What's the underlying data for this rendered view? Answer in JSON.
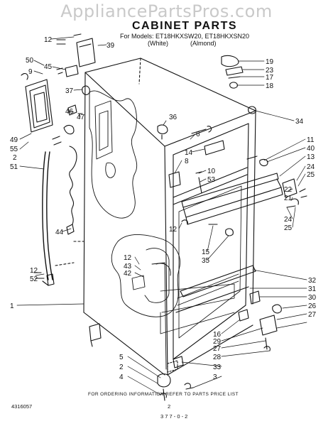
{
  "watermark": "AppliancePartsPros.com",
  "title": "CABINET PARTS",
  "models_line": "For Models: ET18HKXSW20, ET18HKXSN20",
  "variants": [
    "(White)",
    "(Almond)"
  ],
  "callouts": {
    "c12a": "12",
    "c39": "39",
    "c50": "50",
    "c9": "9",
    "c45": "45",
    "c37": "37",
    "c46": "46",
    "c47": "47",
    "c49": "49",
    "c55": "55",
    "c2a": "2",
    "c51": "51",
    "c44": "44",
    "c12b": "12",
    "c52": "52",
    "c1": "1",
    "c5": "5",
    "c2b": "2",
    "c4": "4",
    "c19": "19",
    "c23": "23",
    "c17": "17",
    "c18": "18",
    "c36": "36",
    "c34": "34",
    "c6": "6",
    "c14": "14",
    "c8": "8",
    "c10": "10",
    "c53": "53",
    "c11": "11",
    "c40": "40",
    "c13": "13",
    "c24a": "24",
    "c25a": "25",
    "c22": "22",
    "c21": "21",
    "c24b": "24",
    "c25b": "25",
    "c12c": "12",
    "c12d": "12",
    "c43": "43",
    "c42": "42",
    "c15": "15",
    "c35": "35",
    "c32": "32",
    "c31": "31",
    "c30": "30",
    "c26": "26",
    "c27a": "27",
    "c16": "16",
    "c29": "29",
    "c27b": "27",
    "c28": "28",
    "c33": "33",
    "c3": "3"
  },
  "footer_note": "FOR ORDERING INFORMATION REFER TO PARTS PRICE LIST",
  "doc_number": "4316057",
  "page_number": "2",
  "date_code": "3 7 7 - 0 - 2"
}
